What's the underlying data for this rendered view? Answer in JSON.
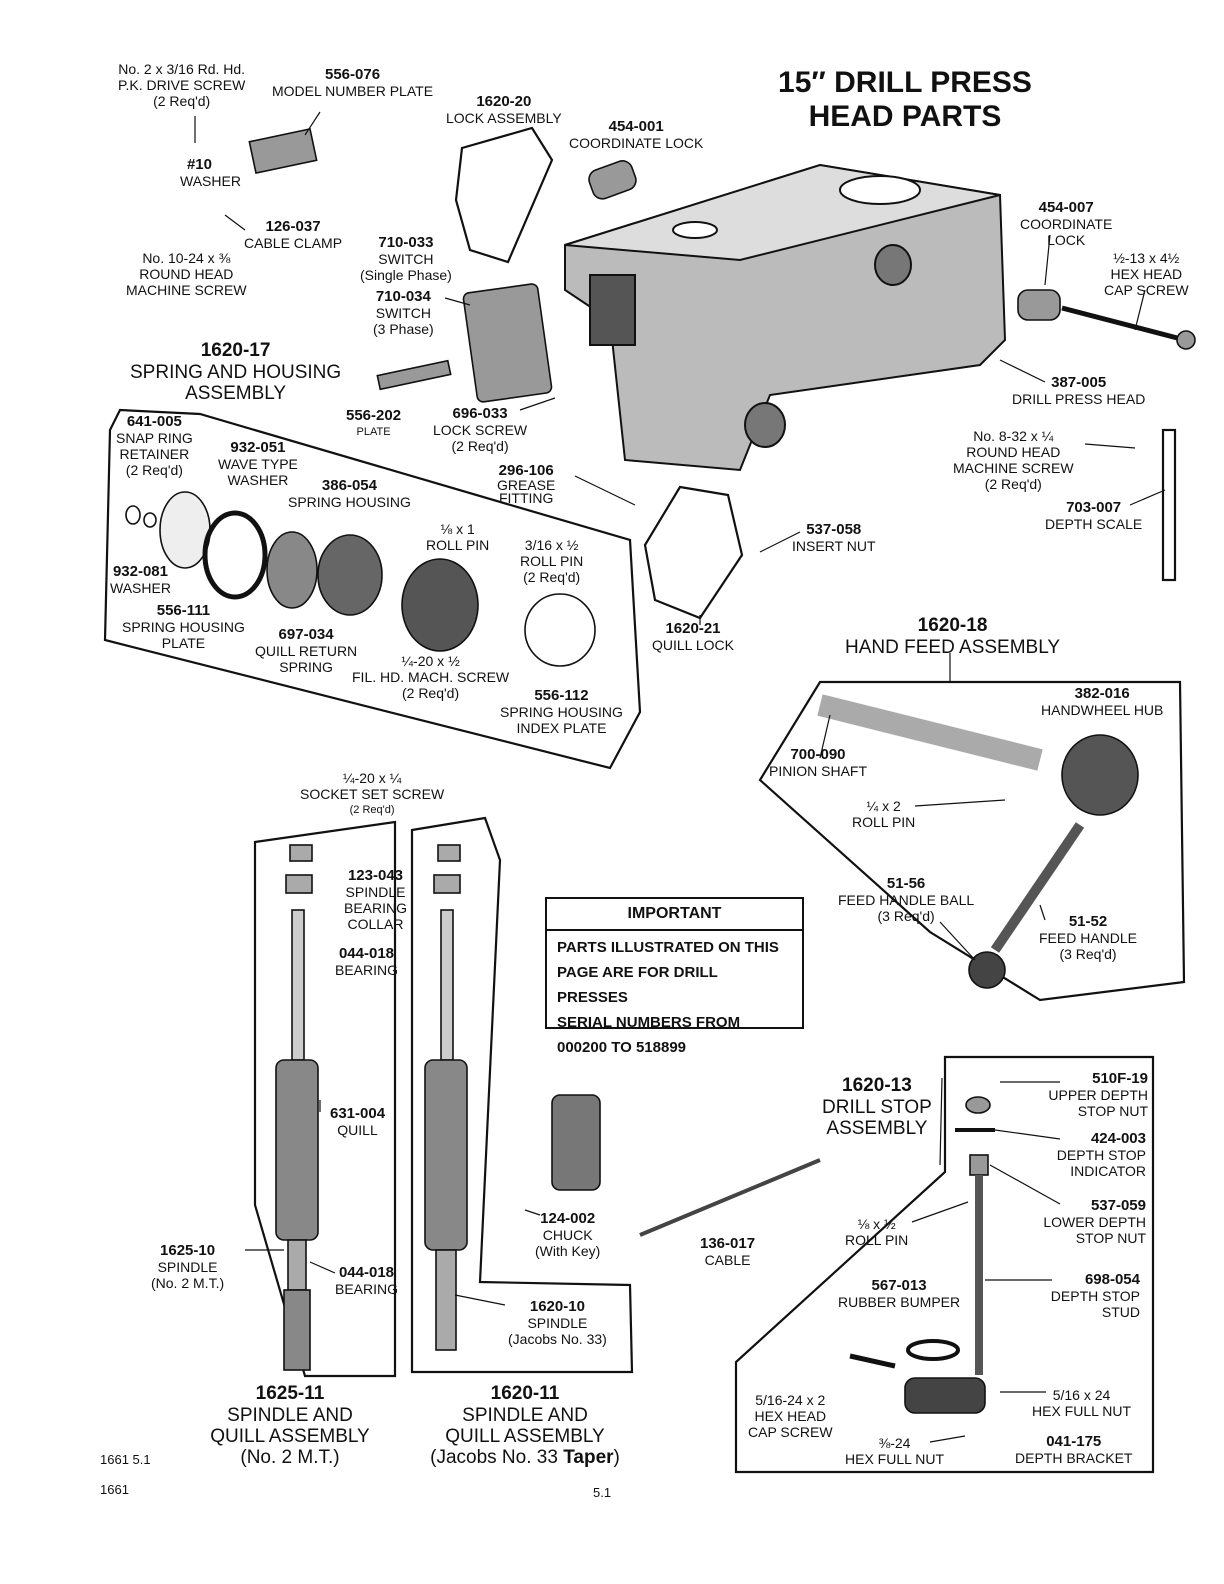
{
  "title": {
    "line1": "15″ DRILL PRESS",
    "line2": "HEAD PARTS"
  },
  "important": {
    "heading": "IMPORTANT",
    "lines": [
      "PARTS ILLUSTRATED ON THIS",
      "PAGE ARE FOR DRILL PRESSES",
      "SERIAL NUMBERS FROM",
      "000200 TO 518899"
    ]
  },
  "parts": {
    "drive_screw": {
      "l1": "No. 2 x 3/16 Rd. Hd.",
      "l2": "P.K. DRIVE SCREW",
      "l3": "(2 Req'd)"
    },
    "model_plate": {
      "pn": "556-076",
      "name": "MODEL NUMBER PLATE"
    },
    "lock_assembly": {
      "pn": "1620-20",
      "name": "LOCK ASSEMBLY"
    },
    "coord_lock_1": {
      "pn": "454-001",
      "name": "COORDINATE LOCK"
    },
    "washer10": {
      "pn": "#10",
      "name": "WASHER"
    },
    "cable_clamp": {
      "pn": "126-037",
      "name": "CABLE CLAMP"
    },
    "machine_screw_10": {
      "l1": "No. 10-24 x ⅜",
      "l2": "ROUND HEAD",
      "l3": "MACHINE SCREW"
    },
    "switch_1": {
      "pn": "710-033",
      "l1": "SWITCH",
      "l2": "(Single Phase)"
    },
    "switch_3": {
      "pn": "710-034",
      "l1": "SWITCH",
      "l2": "(3 Phase)"
    },
    "coord_lock_2": {
      "pn": "454-007",
      "l1": "COORDINATE",
      "l2": "LOCK"
    },
    "hex_cap_screw": {
      "l1": "½-13 x 4½",
      "l2": "HEX HEAD",
      "l3": "CAP SCREW"
    },
    "spring_housing_asm": {
      "pn": "1620-17",
      "l1": "SPRING AND HOUSING",
      "l2": "ASSEMBLY"
    },
    "drill_press_head": {
      "pn": "387-005",
      "name": "DRILL PRESS HEAD"
    },
    "plate_202": {
      "pn": "556-202",
      "name": "PLATE"
    },
    "lock_screw": {
      "pn": "696-033",
      "l1": "LOCK SCREW",
      "l2": "(2 Req'd)"
    },
    "snap_ring": {
      "pn": "641-005",
      "l1": "SNAP RING",
      "l2": "RETAINER",
      "l3": "(2 Req'd)"
    },
    "wave_washer": {
      "pn": "932-051",
      "l1": "WAVE TYPE",
      "l2": "WASHER"
    },
    "spring_housing": {
      "pn": "386-054",
      "name": "SPRING HOUSING"
    },
    "grease_fitting": {
      "pn": "296-106",
      "l1": "GREASE",
      "l2": "FITTING"
    },
    "machine_screw_8": {
      "l1": "No. 8-32 x ¼",
      "l2": "ROUND HEAD",
      "l3": "MACHINE SCREW",
      "l4": "(2 Req'd)"
    },
    "depth_scale": {
      "pn": "703-007",
      "name": "DEPTH SCALE"
    },
    "roll_pin_18x1": {
      "l1": "⅛ x 1",
      "l2": "ROLL PIN"
    },
    "roll_pin_316": {
      "l1": "3/16 x ½",
      "l2": "ROLL PIN",
      "l3": "(2 Req'd)"
    },
    "insert_nut": {
      "pn": "537-058",
      "name": "INSERT NUT"
    },
    "washer_081": {
      "pn": "932-081",
      "name": "WASHER"
    },
    "spring_plate": {
      "pn": "556-111",
      "l1": "SPRING HOUSING",
      "l2": "PLATE"
    },
    "return_spring": {
      "pn": "697-034",
      "l1": "QUILL RETURN",
      "l2": "SPRING"
    },
    "fil_screw": {
      "l1": "¼-20 x ½",
      "l2": "FIL. HD. MACH. SCREW",
      "l3": "(2 Req'd)"
    },
    "quill_lock": {
      "pn": "1620-21",
      "name": "QUILL LOCK"
    },
    "hand_feed_asm": {
      "pn": "1620-18",
      "name": "HAND FEED ASSEMBLY"
    },
    "index_plate": {
      "pn": "556-112",
      "l1": "SPRING HOUSING",
      "l2": "INDEX PLATE"
    },
    "handwheel_hub": {
      "pn": "382-016",
      "name": "HANDWHEEL HUB"
    },
    "pinion_shaft": {
      "pn": "700-090",
      "name": "PINION SHAFT"
    },
    "socket_set_screw": {
      "l1": "¼-20 x ¼",
      "l2": "SOCKET SET SCREW",
      "l3": "(2 Req'd)"
    },
    "roll_pin_14x2": {
      "l1": "¼ x 2",
      "l2": "ROLL PIN"
    },
    "bearing_collar": {
      "pn": "123-043",
      "l1": "SPINDLE",
      "l2": "BEARING",
      "l3": "COLLAR"
    },
    "feed_ball": {
      "pn": "51-56",
      "l1": "FEED HANDLE BALL",
      "l2": "(3 Req'd)"
    },
    "feed_handle": {
      "pn": "51-52",
      "l1": "FEED HANDLE",
      "l2": "(3 Req'd)"
    },
    "bearing_top": {
      "pn": "044-018",
      "name": "BEARING"
    },
    "quill": {
      "pn": "631-004",
      "name": "QUILL"
    },
    "drill_stop_asm": {
      "pn": "1620-13",
      "l1": "DRILL STOP",
      "l2": "ASSEMBLY"
    },
    "upper_nut": {
      "pn": "510F-19",
      "l1": "UPPER DEPTH",
      "l2": "STOP NUT"
    },
    "indicator": {
      "pn": "424-003",
      "l1": "DEPTH STOP",
      "l2": "INDICATOR"
    },
    "chuck": {
      "pn": "124-002",
      "l1": "CHUCK",
      "l2": "(With Key)"
    },
    "lower_nut": {
      "pn": "537-059",
      "l1": "LOWER DEPTH",
      "l2": "STOP NUT"
    },
    "spindle_2mt": {
      "pn": "1625-10",
      "l1": "SPINDLE",
      "l2": "(No. 2 M.T.)"
    },
    "bearing_bottom": {
      "pn": "044-018",
      "name": "BEARING"
    },
    "cable": {
      "pn": "136-017",
      "name": "CABLE"
    },
    "roll_pin_18x12": {
      "l1": "⅛ x ½",
      "l2": "ROLL PIN"
    },
    "rubber_bumper": {
      "pn": "567-013",
      "name": "RUBBER BUMPER"
    },
    "stop_stud": {
      "pn": "698-054",
      "l1": "DEPTH STOP",
      "l2": "STUD"
    },
    "spindle_jacobs": {
      "pn": "1620-10",
      "l1": "SPINDLE",
      "l2": "(Jacobs No. 33)"
    },
    "hex_cap_516": {
      "l1": "5/16-24 x 2",
      "l2": "HEX HEAD",
      "l3": "CAP SCREW"
    },
    "hex_nut_516": {
      "l1": "5/16 x 24",
      "l2": "HEX FULL NUT"
    },
    "hex_nut_38": {
      "l1": "⅜-24",
      "l2": "HEX FULL NUT"
    },
    "depth_bracket": {
      "pn": "041-175",
      "name": "DEPTH BRACKET"
    },
    "asm_2mt": {
      "pn": "1625-11",
      "l1": "SPINDLE AND",
      "l2": "QUILL ASSEMBLY",
      "l3": "(No. 2 M.T.)"
    },
    "asm_jacobs": {
      "pn": "1620-11",
      "l1": "SPINDLE AND",
      "l2": "QUILL ASSEMBLY",
      "l3": "(Jacobs No. 33 ",
      "l3b": "Taper",
      "l3c": ")"
    }
  },
  "footer": {
    "code1": "1661 5.1",
    "code2": "1661",
    "page": "5.1"
  }
}
